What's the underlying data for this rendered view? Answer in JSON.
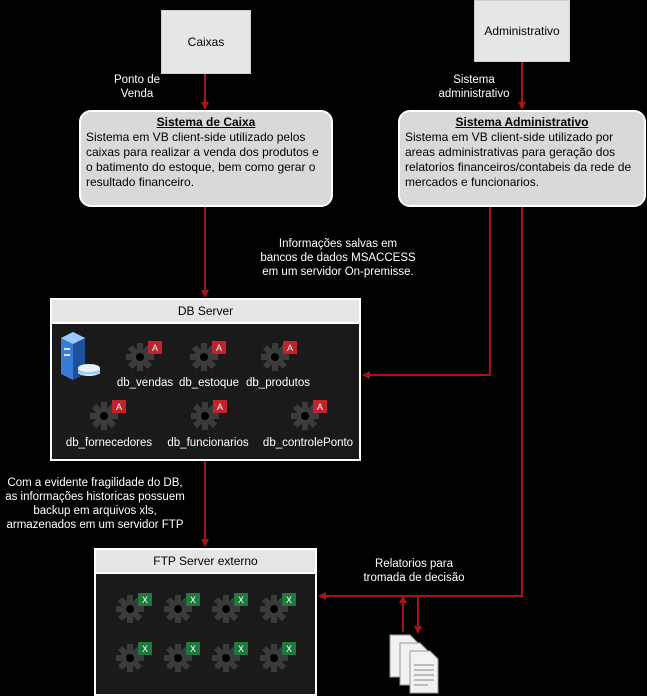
{
  "actors": {
    "caixas": "Caixas",
    "administrativo": "Administrativo"
  },
  "edge_labels": {
    "ponto_venda": "Ponto de\nVenda",
    "sistema_adm": "Sistema\nadministrativo",
    "info_salvas": "Informações salvas em\nbancos de dados MSACCESS\nem um servidor On-premisse.",
    "fragilidade": "Com a evidente fragilidade do DB,\nas informações historicas possuem\nbackup em arquivos xls,\narmazenados em um servidor FTP",
    "relatorios": "Relatorios para\ntromada de decisão"
  },
  "sistema_caixa": {
    "title": "Sistema de Caixa",
    "desc": " Sistema em VB client-side utilizado pelos caixas para realizar a venda dos produtos e o batimento do estoque, bem como gerar o resultado financeiro."
  },
  "sistema_adm": {
    "title": "Sistema Administrativo",
    "desc": "Sistema em VB client-side utilizado por areas administrativas para geração dos relatorios financeiros/contabeis da rede de mercados e funcionarios."
  },
  "db_server": {
    "title": "DB Server",
    "databases": [
      "db_vendas",
      "db_estoque",
      "db_produtos",
      "db_fornecedores",
      "db_funcionarios",
      "db_controlePonto"
    ]
  },
  "ftp_server": {
    "title": "FTP Server externo"
  },
  "colors": {
    "arrow": "#a3141c",
    "access": "#c0232a",
    "excel": "#1e7a3c",
    "gear": "#3b3b3b"
  },
  "icons": [
    "gear-access-icon",
    "gear-excel-icon",
    "server-icon",
    "documents-icon"
  ]
}
